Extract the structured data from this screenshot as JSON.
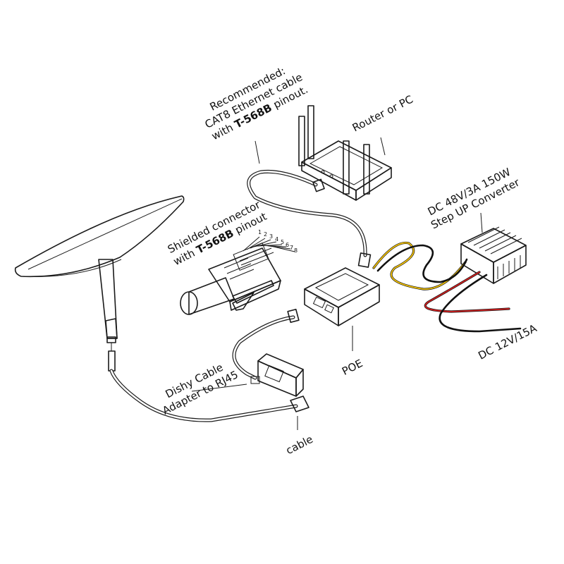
{
  "labels": {
    "cable_recommend_line1": "Recommended:",
    "cable_recommend_line2": "CAT8 Ethernet cable",
    "cable_recommend_line3_prefix": "with ",
    "cable_recommend_line3_bold": "T-568B",
    "cable_recommend_line3_suffix": " pinout.",
    "router": "Router or PC",
    "converter_line1": "DC 48V/3A 150W",
    "converter_line2": "Step UP Converter",
    "shielded_line1": "Shielded connector",
    "shielded_line2_prefix": "with ",
    "shielded_line2_bold": "T-568B",
    "shielded_line2_suffix": " pinout",
    "pins": [
      "1",
      "2",
      "3",
      "4",
      "5",
      "6",
      "7",
      "8"
    ],
    "poe": "POE",
    "dc_power": "DC 12V/15A",
    "adapter_line1": "Dishy Cable",
    "adapter_line2": "Adapter to RJ45",
    "cable": "cable"
  },
  "colors": {
    "wire_yellow": "#f2c20a",
    "wire_red": "#d42020",
    "wire_black": "#111111",
    "line": "#1a1a1a"
  }
}
